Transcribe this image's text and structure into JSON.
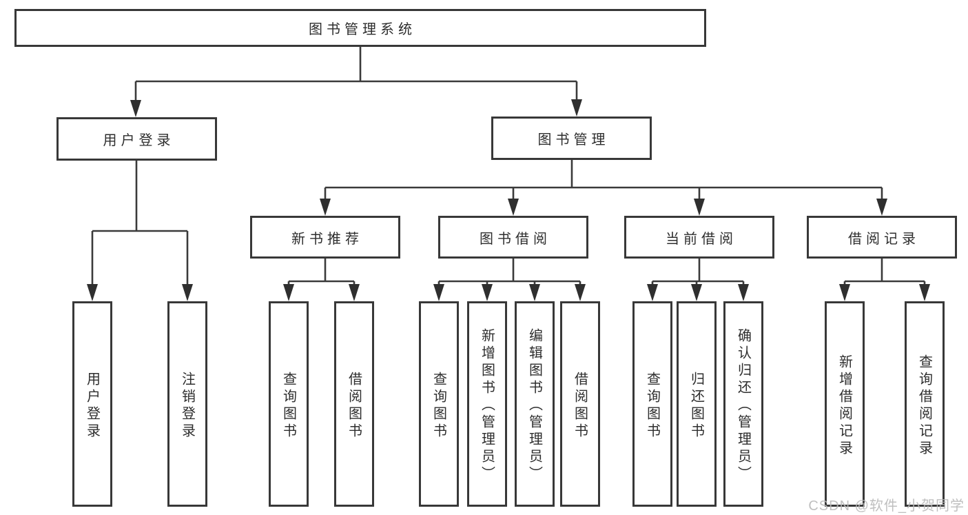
{
  "colors": {
    "border": "#383838",
    "line": "#3a3a3a",
    "text": "#2d2d2d",
    "watermark": "#b9b9b9",
    "background": "#ffffff"
  },
  "watermark": {
    "text": "CSDN @软件_小贺同学"
  },
  "tree": {
    "root": {
      "label": "图书管理系统",
      "children": [
        {
          "label": "用户登录",
          "children": [
            {
              "label": "用户登录"
            },
            {
              "label": "注销登录"
            }
          ]
        },
        {
          "label": "图书管理",
          "children": [
            {
              "label": "新书推荐",
              "children": [
                {
                  "label": "查询图书"
                },
                {
                  "label": "借阅图书"
                }
              ]
            },
            {
              "label": "图书借阅",
              "children": [
                {
                  "label": "查询图书"
                },
                {
                  "label": "新增图书（管理员）"
                },
                {
                  "label": "编辑图书（管理员）"
                },
                {
                  "label": "借阅图书"
                }
              ]
            },
            {
              "label": "当前借阅",
              "children": [
                {
                  "label": "查询图书"
                },
                {
                  "label": "归还图书"
                },
                {
                  "label": "确认归还（管理员）"
                }
              ]
            },
            {
              "label": "借阅记录",
              "children": [
                {
                  "label": "新增借阅记录"
                },
                {
                  "label": "查询借阅记录"
                }
              ]
            }
          ]
        }
      ]
    }
  }
}
